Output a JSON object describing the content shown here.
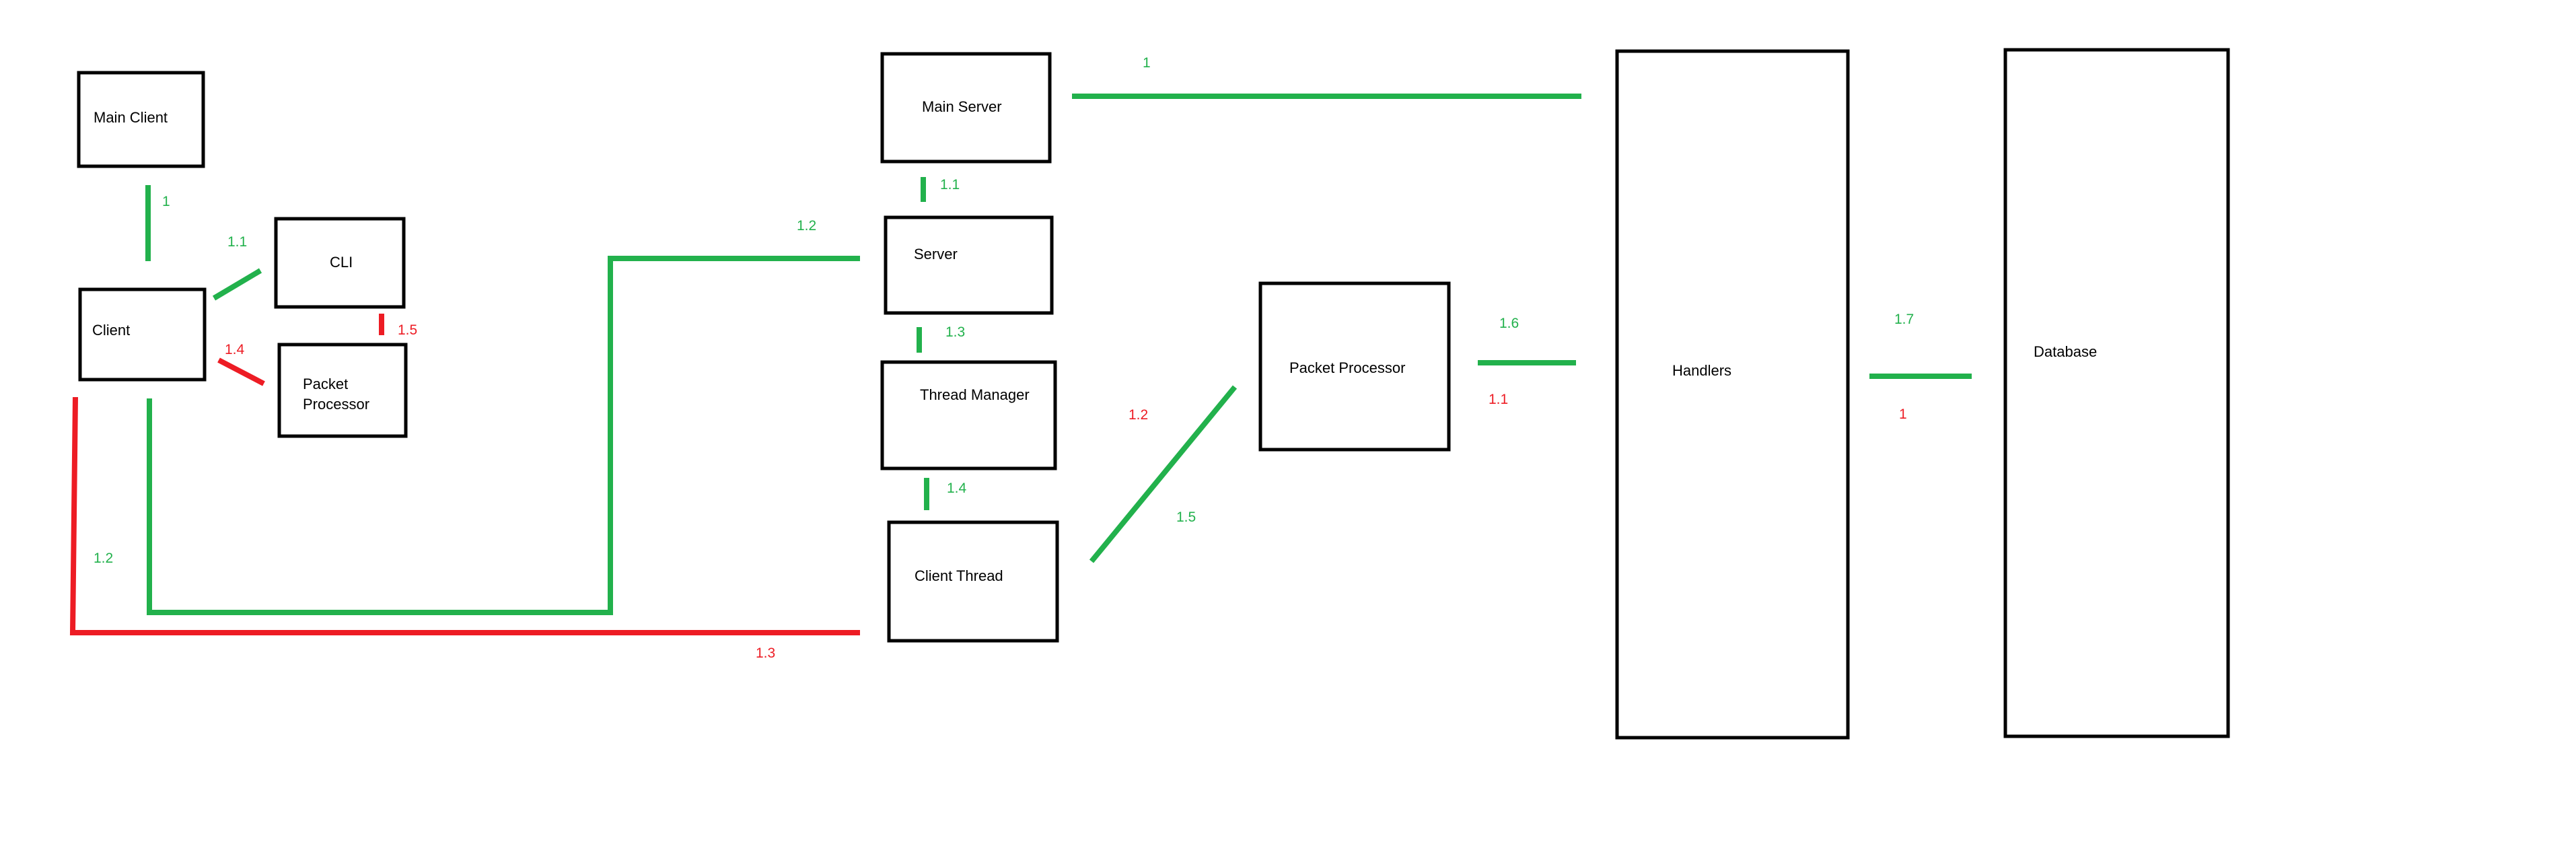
{
  "colors": {
    "green": "#22b14c",
    "red": "#ed1c24",
    "box_stroke": "#000000",
    "background": "#ffffff"
  },
  "nodes": {
    "main_client": "Main Client",
    "client": "Client",
    "cli": "CLI",
    "client_packet_processor_line1": "Packet",
    "client_packet_processor_line2": "Processor",
    "main_server": "Main Server",
    "server": "Server",
    "thread_manager": "Thread Manager",
    "client_thread": "Client Thread",
    "server_packet_processor": "Packet Processor",
    "handlers": "Handlers",
    "database": "Database"
  },
  "edges": {
    "g_main_client_client": "1",
    "g_client_cli": "1.1",
    "g_client_to_server": "1.2",
    "r_client_down": "1.2",
    "r_client_thread": "1.3",
    "r_packet_processor": "1.4",
    "r_cli_packet_processor": "1.5",
    "g_main_server_handlers": "1",
    "g_main_server_server": "1.1",
    "g_server_to_client": "1.2",
    "g_server_thread_manager": "1.3",
    "g_thread_manager_client_thread": "1.4",
    "g_client_thread_packet_processor": "1.5",
    "r_client_thread_packet_processor": "1.2",
    "g_packet_processor_handlers": "1.6",
    "r_packet_processor_handlers": "1.1",
    "g_handlers_database": "1.7",
    "r_handlers_database": "1"
  }
}
